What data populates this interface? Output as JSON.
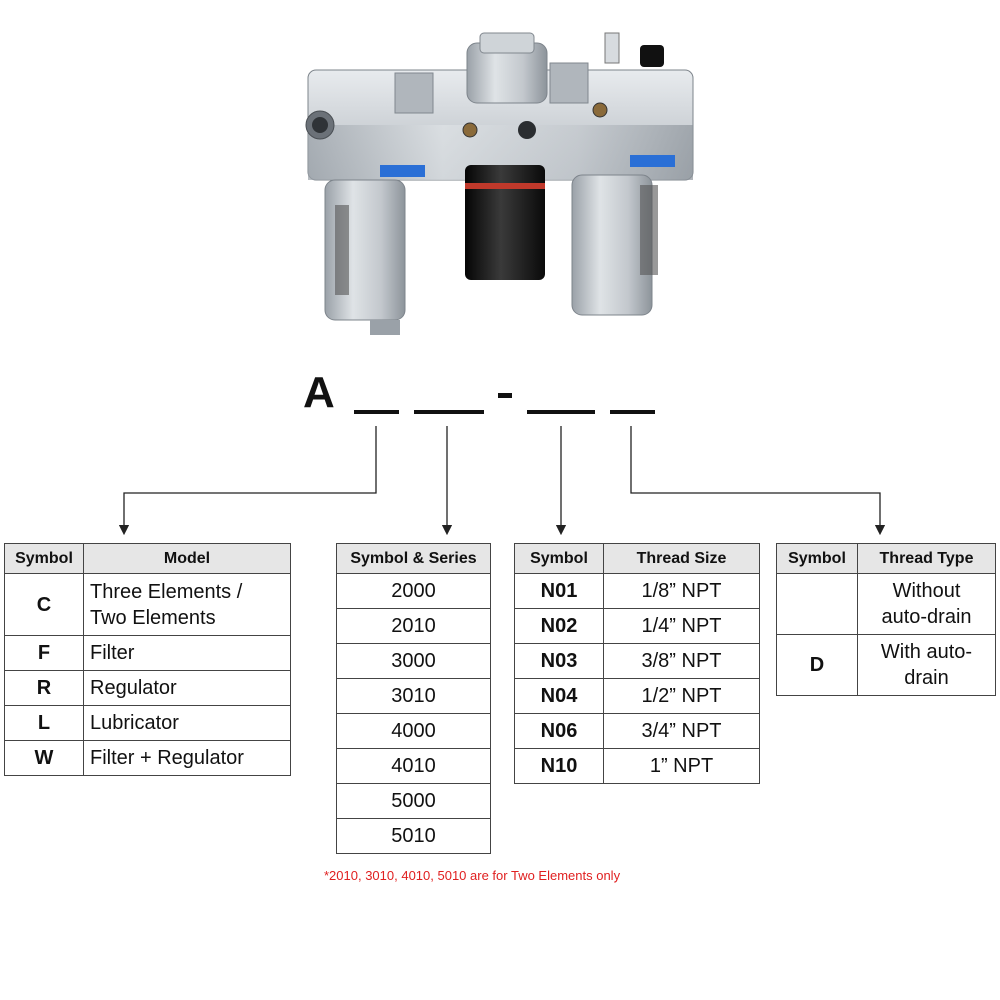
{
  "code": {
    "prefix": "A",
    "separator": "-"
  },
  "model_table": {
    "headers": [
      "Symbol",
      "Model"
    ],
    "rows": [
      {
        "symbol": "C",
        "desc_line1": "Three Elements /",
        "desc_line2": "Two Elements"
      },
      {
        "symbol": "F",
        "desc": "Filter"
      },
      {
        "symbol": "R",
        "desc": "Regulator"
      },
      {
        "symbol": "L",
        "desc": "Lubricator"
      },
      {
        "symbol": "W",
        "desc": "Filter + Regulator"
      }
    ]
  },
  "series_table": {
    "header": "Symbol & Series",
    "values": [
      "2000",
      "2010",
      "3000",
      "3010",
      "4000",
      "4010",
      "5000",
      "5010"
    ]
  },
  "size_table": {
    "headers": [
      "Symbol",
      "Thread Size"
    ],
    "rows": [
      {
        "symbol": "N01",
        "size": "1/8” NPT"
      },
      {
        "symbol": "N02",
        "size": "1/4” NPT"
      },
      {
        "symbol": "N03",
        "size": "3/8” NPT"
      },
      {
        "symbol": "N04",
        "size": "1/2” NPT"
      },
      {
        "symbol": "N06",
        "size": "3/4” NPT"
      },
      {
        "symbol": "N10",
        "size": "1” NPT"
      }
    ]
  },
  "type_table": {
    "headers": [
      "Symbol",
      "Thread Type"
    ],
    "rows": [
      {
        "symbol": "",
        "line1": "Without",
        "line2": "auto-drain"
      },
      {
        "symbol": "D",
        "line1": "With auto-",
        "line2": "drain"
      }
    ]
  },
  "note": "*2010, 3010, 4010, 5010 are for Two Elements only",
  "colors": {
    "header_bg": "#e6e6e6",
    "note": "#e02020",
    "body_metal": "#c7ccd1",
    "bowl_dark": "#1a1a1a",
    "label_blue": "#2a6fd6"
  }
}
